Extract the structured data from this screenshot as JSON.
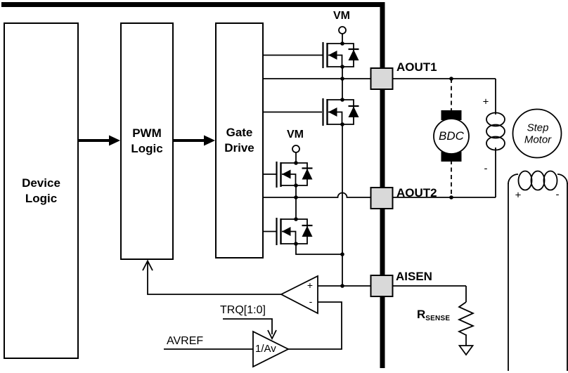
{
  "blocks": {
    "device_logic": {
      "line1": "Device",
      "line2": "Logic"
    },
    "pwm_logic": {
      "line1": "PWM",
      "line2": "Logic"
    },
    "gate_drive": {
      "line1": "Gate",
      "line2": "Drive"
    }
  },
  "pins": {
    "aout1": "AOUT1",
    "aout2": "AOUT2",
    "aisen": "AISEN"
  },
  "supply": {
    "vm_top": "VM",
    "vm_mid": "VM"
  },
  "signals": {
    "trq": "TRQ[1:0]",
    "avref": "AVREF",
    "gain": "1/Av"
  },
  "comparator": {
    "plus": "+",
    "minus": "-"
  },
  "sense_resistor": {
    "name": "R",
    "sub": "SENSE"
  },
  "motors": {
    "bdc": "BDC",
    "step": {
      "line1": "Step",
      "line2": "Motor"
    },
    "winding_a": {
      "plus": "+",
      "minus": "-"
    },
    "winding_b": {
      "plus": "+",
      "minus": "-"
    }
  },
  "colors": {
    "line": "#000000",
    "pad_fill": "#d9d9d9",
    "background": "#ffffff"
  }
}
